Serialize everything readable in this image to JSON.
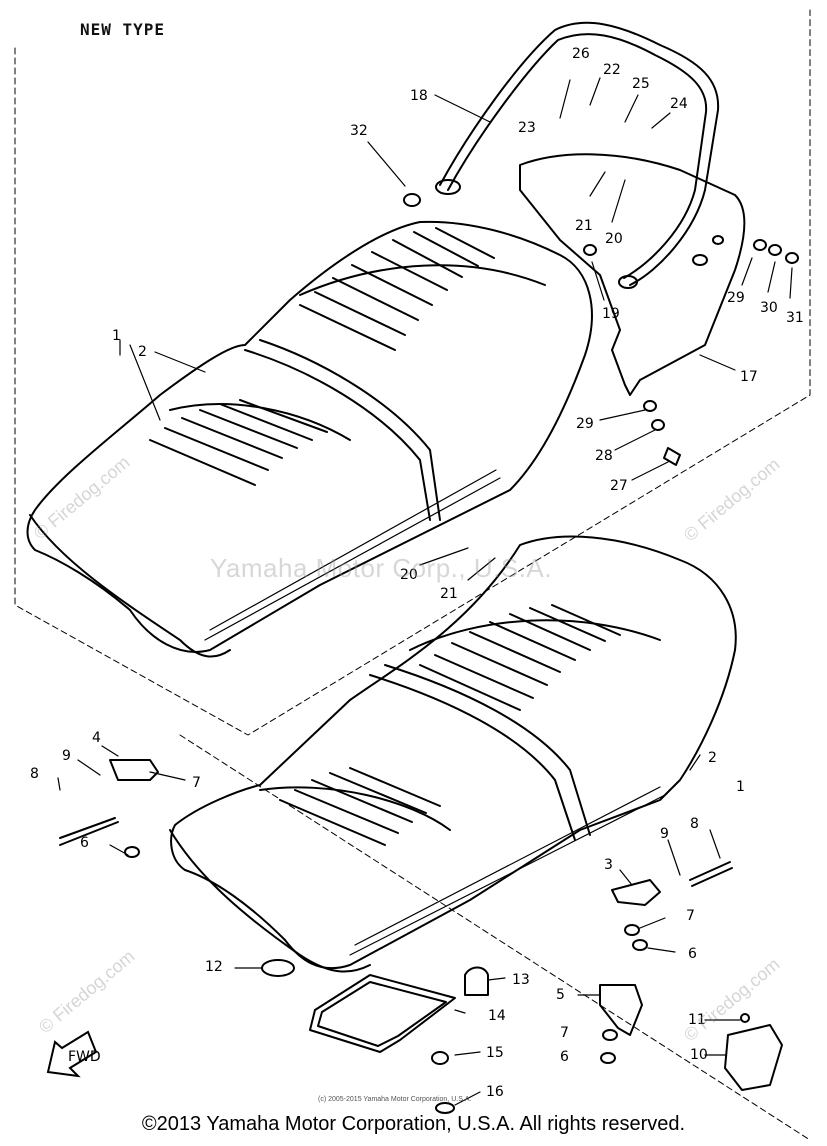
{
  "diagram": {
    "title": "NEW TYPE",
    "watermark": "Yamaha Motor Corp., U.S.A.",
    "site_watermark": "© Firedog.com",
    "fwd_label": "FWD",
    "small_copyright": "(c) 2005-2015 Yamaha Motor Corporation, U.S.A.",
    "footer": "©2013 Yamaha Motor Corporation, U.S.A. All rights reserved.",
    "labels": [
      "1",
      "2",
      "18",
      "32",
      "26",
      "22",
      "25",
      "23",
      "24",
      "21",
      "20",
      "29",
      "30",
      "31",
      "19",
      "17",
      "29",
      "28",
      "27",
      "20",
      "21",
      "4",
      "9",
      "8",
      "7",
      "6",
      "2",
      "1",
      "8",
      "9",
      "3",
      "7",
      "6",
      "12",
      "13",
      "5",
      "14",
      "7",
      "15",
      "6",
      "11",
      "10",
      "16"
    ]
  }
}
